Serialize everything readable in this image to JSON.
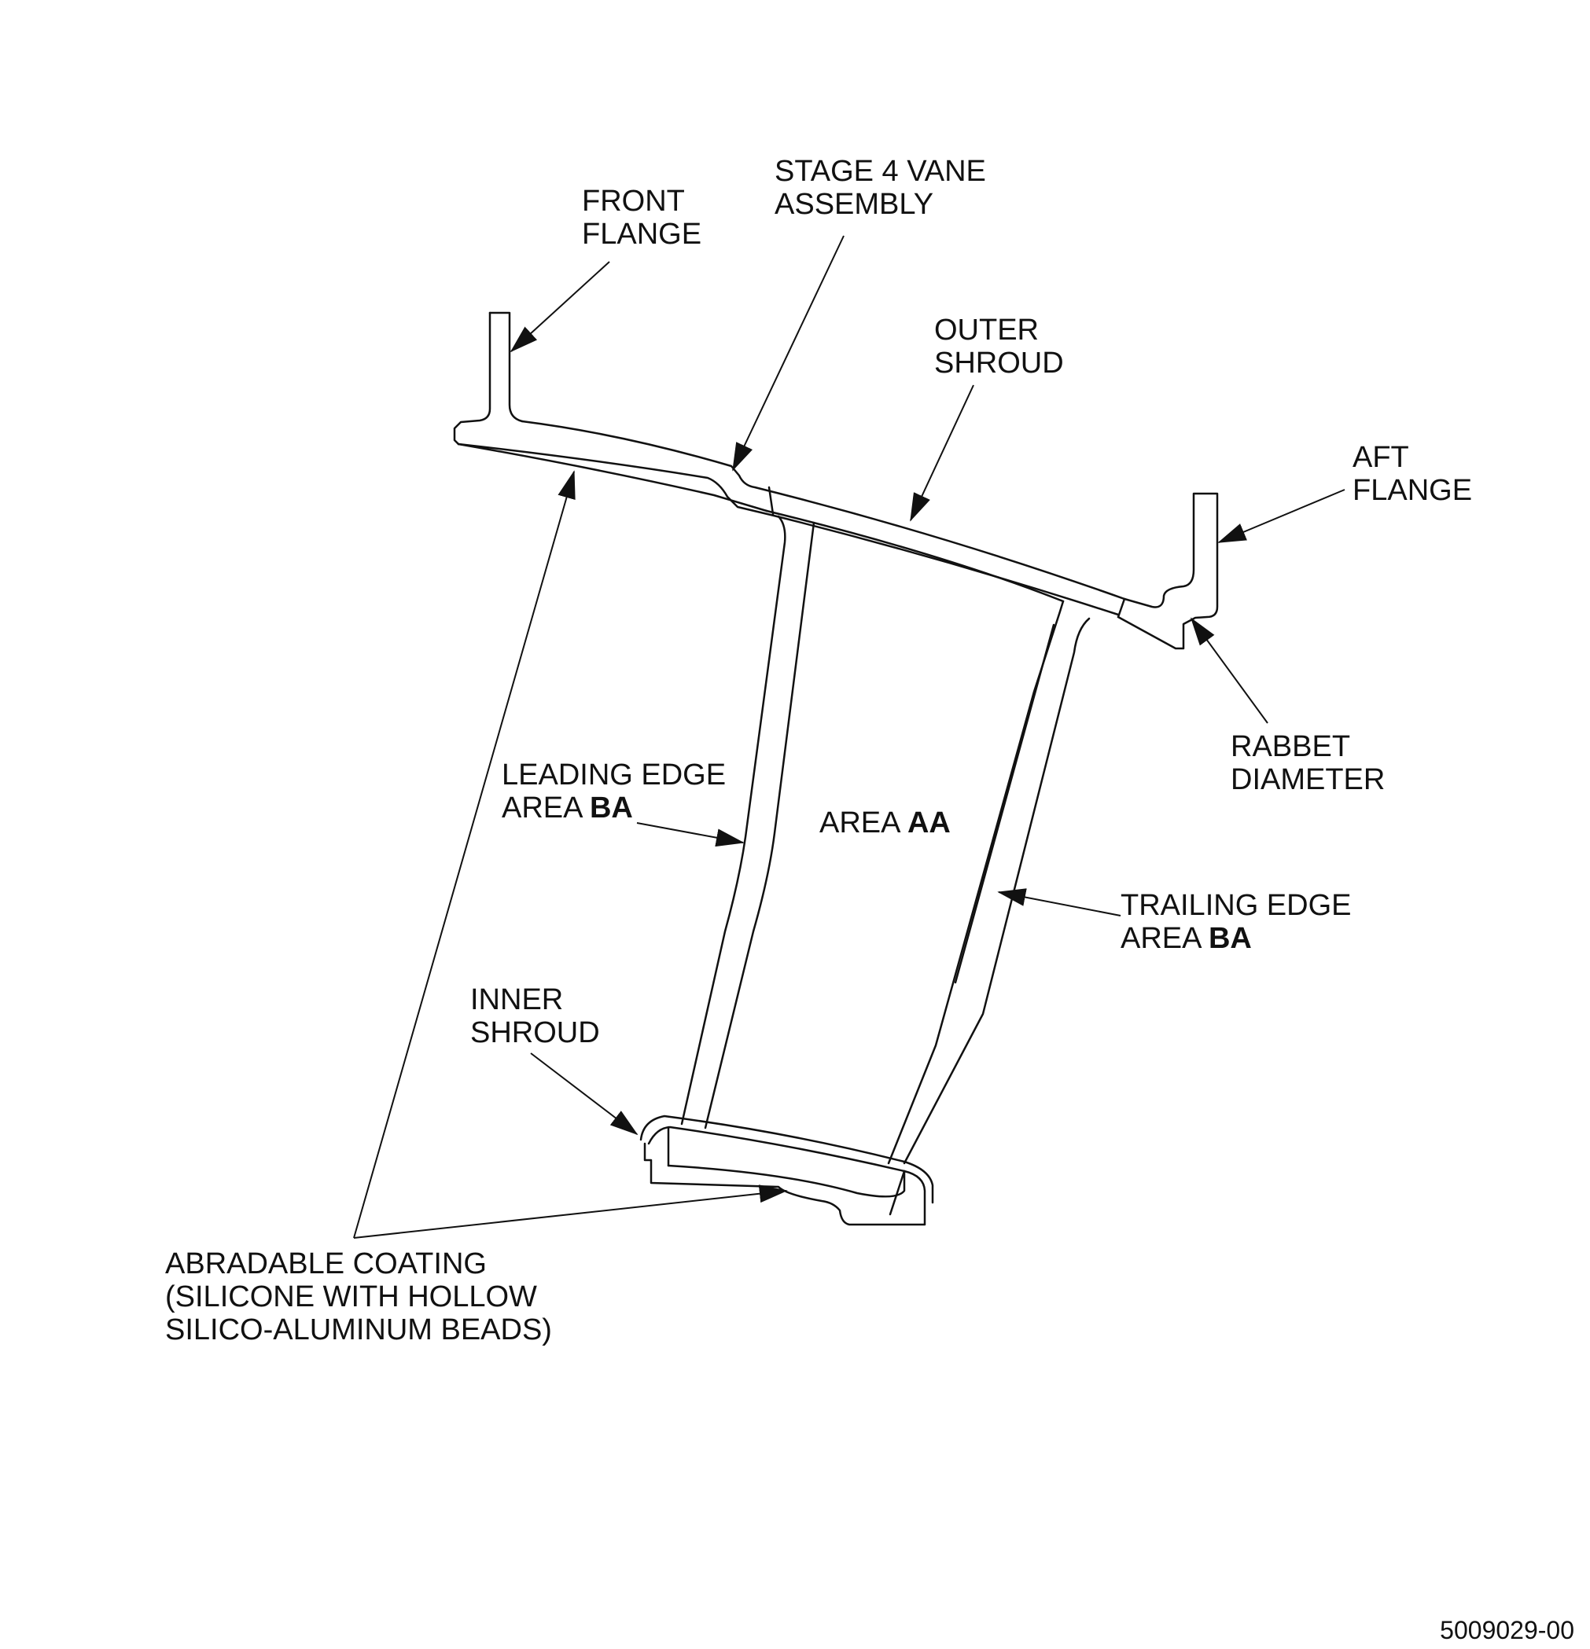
{
  "labels": {
    "front_flange": [
      "FRONT",
      "FLANGE"
    ],
    "stage4_vane": [
      "STAGE 4 VANE",
      "ASSEMBLY"
    ],
    "outer_shroud": [
      "OUTER",
      "SHROUD"
    ],
    "aft_flange": [
      "AFT",
      "FLANGE"
    ],
    "rabbet_diameter": [
      "RABBET",
      "DIAMETER"
    ],
    "leading_edge": {
      "line1": "LEADING EDGE",
      "line2_prefix": "AREA ",
      "line2_bold": "BA"
    },
    "area_aa": {
      "prefix": "AREA ",
      "bold": "AA"
    },
    "trailing_edge": {
      "line1": "TRAILING EDGE",
      "line2_prefix": "AREA ",
      "line2_bold": "BA"
    },
    "inner_shroud": [
      "INNER",
      "SHROUD"
    ],
    "abradable_coating": [
      "ABRADABLE COATING",
      "(SILICONE WITH HOLLOW",
      "SILICO-ALUMINUM BEADS)"
    ]
  },
  "figure_number": "5009029-00"
}
